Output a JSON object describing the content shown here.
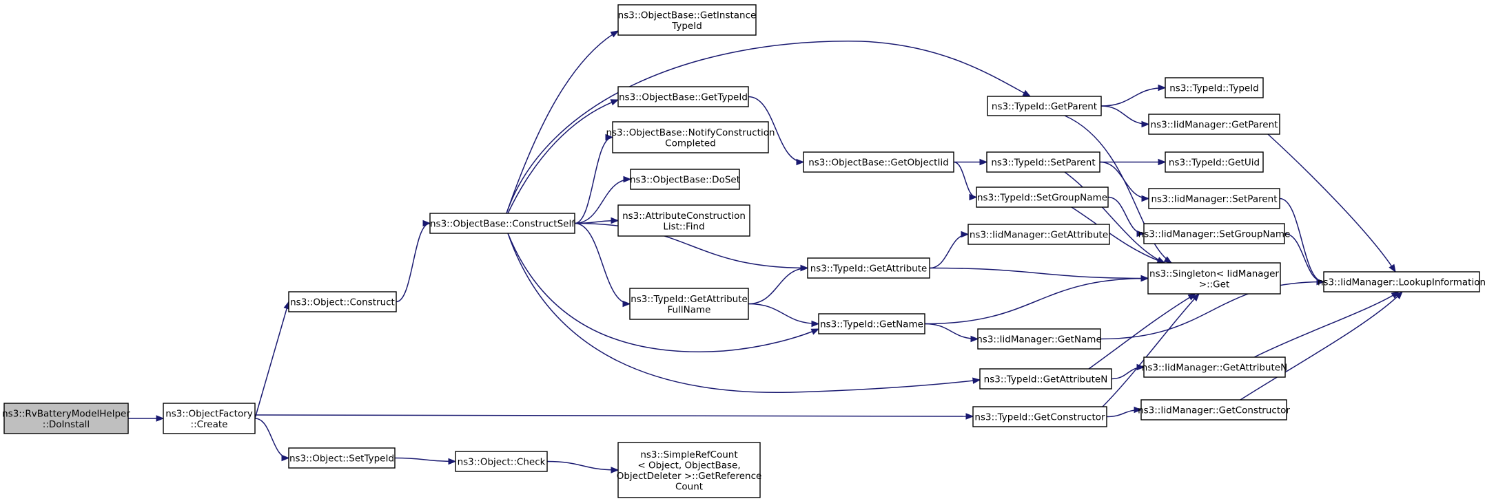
{
  "nodes": [
    {
      "id": "root",
      "lines": [
        "ns3::RvBatteryModelHelper",
        "::DoInstall"
      ],
      "root": true
    },
    {
      "id": "factory_create",
      "lines": [
        "ns3::ObjectFactory",
        "::Create"
      ]
    },
    {
      "id": "object_construct",
      "lines": [
        "ns3::Object::Construct"
      ]
    },
    {
      "id": "object_settypeid",
      "lines": [
        "ns3::Object::SetTypeId"
      ]
    },
    {
      "id": "object_check",
      "lines": [
        "ns3::Object::Check"
      ]
    },
    {
      "id": "simplerefcount",
      "lines": [
        "ns3::SimpleRefCount",
        "< Object, ObjectBase,",
        "ObjectDeleter >::GetReference",
        "Count"
      ]
    },
    {
      "id": "constructself",
      "lines": [
        "ns3::ObjectBase::ConstructSelf"
      ]
    },
    {
      "id": "getinstancetypeid",
      "lines": [
        "ns3::ObjectBase::GetInstance",
        "TypeId"
      ]
    },
    {
      "id": "ob_gettypeid",
      "lines": [
        "ns3::ObjectBase::GetTypeId"
      ]
    },
    {
      "id": "notifyconstruction",
      "lines": [
        "ns3::ObjectBase::NotifyConstruction",
        "Completed"
      ]
    },
    {
      "id": "doset",
      "lines": [
        "ns3::ObjectBase::DoSet"
      ]
    },
    {
      "id": "acl_find",
      "lines": [
        "ns3::AttributeConstruction",
        "List::Find"
      ]
    },
    {
      "id": "getattributefullname",
      "lines": [
        "ns3::TypeId::GetAttribute",
        "FullName"
      ]
    },
    {
      "id": "getobjectiid",
      "lines": [
        "ns3::ObjectBase::GetObjectIid"
      ]
    },
    {
      "id": "typeid_getparent",
      "lines": [
        "ns3::TypeId::GetParent"
      ]
    },
    {
      "id": "typeid_setparent",
      "lines": [
        "ns3::TypeId::SetParent"
      ]
    },
    {
      "id": "typeid_setgroupname",
      "lines": [
        "ns3::TypeId::SetGroupName"
      ]
    },
    {
      "id": "typeid_getattribute",
      "lines": [
        "ns3::TypeId::GetAttribute"
      ]
    },
    {
      "id": "typeid_getname",
      "lines": [
        "ns3::TypeId::GetName"
      ]
    },
    {
      "id": "typeid_getattributen",
      "lines": [
        "ns3::TypeId::GetAttributeN"
      ]
    },
    {
      "id": "typeid_getconstructor",
      "lines": [
        "ns3::TypeId::GetConstructor"
      ]
    },
    {
      "id": "typeid_typeid",
      "lines": [
        "ns3::TypeId::TypeId"
      ]
    },
    {
      "id": "iid_getparent",
      "lines": [
        "ns3::IidManager::GetParent"
      ]
    },
    {
      "id": "typeid_getuid",
      "lines": [
        "ns3::TypeId::GetUid"
      ]
    },
    {
      "id": "iid_setparent",
      "lines": [
        "ns3::IidManager::SetParent"
      ]
    },
    {
      "id": "iid_setgroupname",
      "lines": [
        "ns3::IidManager::SetGroupName"
      ]
    },
    {
      "id": "iid_getattribute",
      "lines": [
        "ns3::IidManager::GetAttribute"
      ]
    },
    {
      "id": "singleton_get",
      "lines": [
        "ns3::Singleton< IidManager",
        ">::Get"
      ]
    },
    {
      "id": "iid_getname",
      "lines": [
        "ns3::IidManager::GetName"
      ]
    },
    {
      "id": "iid_getattributen",
      "lines": [
        "ns3::IidManager::GetAttributeN"
      ]
    },
    {
      "id": "iid_getconstructor",
      "lines": [
        "ns3::IidManager::GetConstructor"
      ]
    },
    {
      "id": "iid_lookupinformation",
      "lines": [
        "ns3::IidManager::LookupInformation"
      ]
    }
  ],
  "edges": [
    {
      "from": "root",
      "to": "factory_create"
    },
    {
      "from": "factory_create",
      "to": "object_construct"
    },
    {
      "from": "factory_create",
      "to": "object_settypeid"
    },
    {
      "from": "factory_create",
      "to": "typeid_getconstructor"
    },
    {
      "from": "object_construct",
      "to": "constructself"
    },
    {
      "from": "object_settypeid",
      "to": "object_check"
    },
    {
      "from": "object_check",
      "to": "simplerefcount"
    },
    {
      "from": "constructself",
      "to": "getinstancetypeid"
    },
    {
      "from": "constructself",
      "to": "typeid_getparent"
    },
    {
      "from": "constructself",
      "to": "ob_gettypeid"
    },
    {
      "from": "constructself",
      "to": "notifyconstruction"
    },
    {
      "from": "constructself",
      "to": "doset"
    },
    {
      "from": "constructself",
      "to": "acl_find"
    },
    {
      "from": "constructself",
      "to": "typeid_getattribute"
    },
    {
      "from": "constructself",
      "to": "getattributefullname"
    },
    {
      "from": "constructself",
      "to": "typeid_getname"
    },
    {
      "from": "constructself",
      "to": "typeid_getattributen"
    },
    {
      "from": "ob_gettypeid",
      "to": "getobjectiid"
    },
    {
      "from": "getattributefullname",
      "to": "typeid_getattribute"
    },
    {
      "from": "getattributefullname",
      "to": "typeid_getname"
    },
    {
      "from": "getobjectiid",
      "to": "typeid_setparent"
    },
    {
      "from": "getobjectiid",
      "to": "typeid_setgroupname"
    },
    {
      "from": "typeid_getparent",
      "to": "typeid_typeid"
    },
    {
      "from": "typeid_getparent",
      "to": "iid_getparent"
    },
    {
      "from": "typeid_getparent",
      "to": "singleton_get"
    },
    {
      "from": "typeid_setparent",
      "to": "typeid_getuid"
    },
    {
      "from": "typeid_setparent",
      "to": "iid_setparent"
    },
    {
      "from": "typeid_setparent",
      "to": "singleton_get"
    },
    {
      "from": "typeid_setgroupname",
      "to": "iid_setgroupname"
    },
    {
      "from": "typeid_setgroupname",
      "to": "singleton_get"
    },
    {
      "from": "typeid_getattribute",
      "to": "iid_getattribute"
    },
    {
      "from": "typeid_getattribute",
      "to": "singleton_get"
    },
    {
      "from": "typeid_getname",
      "to": "singleton_get"
    },
    {
      "from": "typeid_getname",
      "to": "iid_getname"
    },
    {
      "from": "typeid_getattributen",
      "to": "singleton_get"
    },
    {
      "from": "typeid_getattributen",
      "to": "iid_getattributen"
    },
    {
      "from": "typeid_getconstructor",
      "to": "singleton_get"
    },
    {
      "from": "typeid_getconstructor",
      "to": "iid_getconstructor"
    },
    {
      "from": "iid_getparent",
      "to": "iid_lookupinformation"
    },
    {
      "from": "iid_setparent",
      "to": "iid_lookupinformation"
    },
    {
      "from": "iid_setgroupname",
      "to": "iid_lookupinformation"
    },
    {
      "from": "iid_getname",
      "to": "iid_lookupinformation"
    },
    {
      "from": "iid_getattributen",
      "to": "iid_lookupinformation"
    },
    {
      "from": "iid_getconstructor",
      "to": "iid_lookupinformation"
    }
  ],
  "colors": {
    "edge": "#191970",
    "root_fill": "#bfbfbf",
    "node_fill": "#ffffff",
    "node_stroke": "#000000"
  }
}
